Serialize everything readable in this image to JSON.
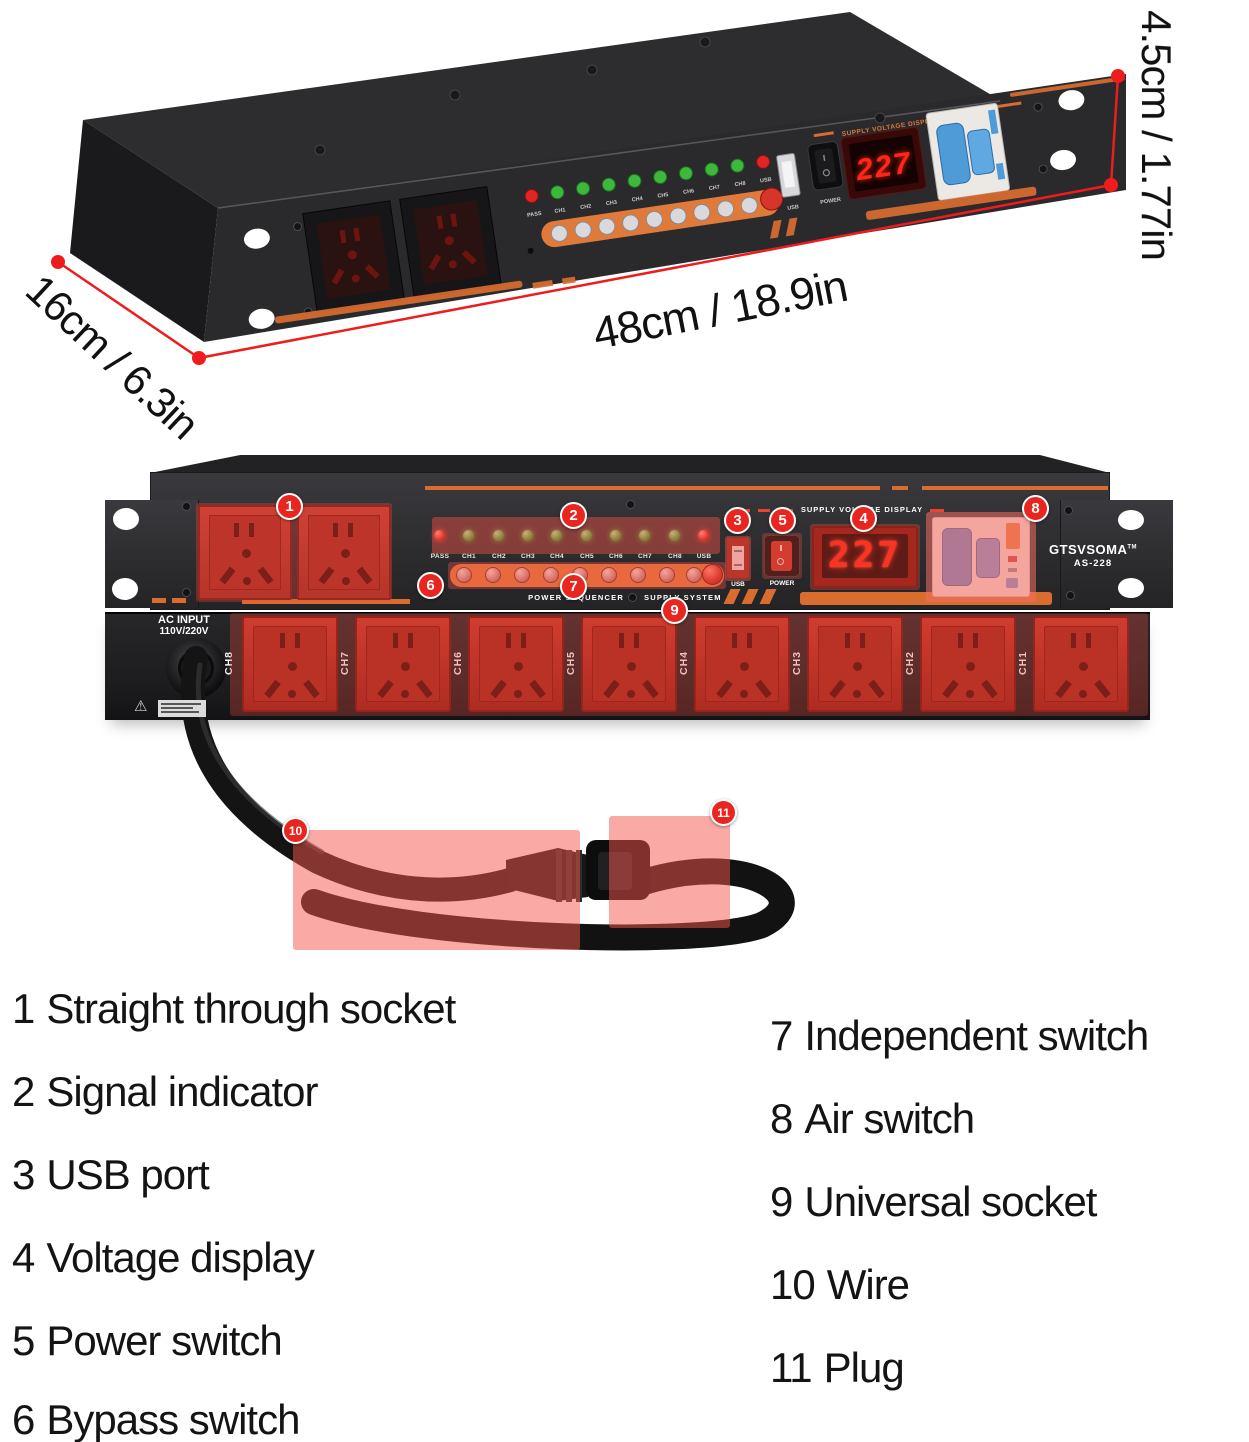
{
  "dimensions": {
    "width": "48cm / 18.9in",
    "depth": "16cm / 6.3in",
    "height": "4.5cm / 1.77in"
  },
  "front_panel": {
    "supply_voltage_display": "SUPPLY VOLTAGE DISPLAY",
    "voltage": "227",
    "power_label": "POWER",
    "usb_label": "USB",
    "sequencer_left": "POWER SEQUENCER",
    "sequencer_right": "SUPPLY SYSTEM",
    "brand": "GTSVSOMA",
    "brand_tm": "TM",
    "model": "AS-228",
    "indicator_labels": [
      "PASS",
      "CH1",
      "CH2",
      "CH3",
      "CH4",
      "CH5",
      "CH6",
      "CH7",
      "CH8",
      "USB"
    ]
  },
  "rear_panel": {
    "ac_input_line1": "AC INPUT",
    "ac_input_line2": "110V/220V",
    "socket_labels": [
      "CH8",
      "CH7",
      "CH6",
      "CH5",
      "CH4",
      "CH3",
      "CH2",
      "CH1"
    ]
  },
  "callouts": {
    "c1": "1",
    "c2": "2",
    "c3": "3",
    "c4": "4",
    "c5": "5",
    "c6": "6",
    "c7": "7",
    "c8": "8",
    "c9": "9",
    "c10": "10",
    "c11": "11"
  },
  "legend": {
    "left": [
      {
        "num": "1",
        "label": "Straight through socket"
      },
      {
        "num": "2",
        "label": "Signal indicator"
      },
      {
        "num": "3",
        "label": "USB port"
      },
      {
        "num": "4",
        "label": "Voltage display"
      },
      {
        "num": "5",
        "label": "Power switch"
      },
      {
        "num": "6",
        "label": "Bypass switch"
      }
    ],
    "right": [
      {
        "num": "7",
        "label": "Independent switch"
      },
      {
        "num": "8",
        "label": "Air switch"
      },
      {
        "num": "9",
        "label": "Universal socket"
      },
      {
        "num": "10",
        "label": "Wire"
      },
      {
        "num": "11",
        "label": "Plug"
      }
    ]
  },
  "colors": {
    "accent_orange": "#d96c2f",
    "callout_red": "#e8251f",
    "led_green": "#3db83d",
    "led_red": "#e02522",
    "digit_red": "#ff2617",
    "breaker_blue": "#5c85cc",
    "highlight_overlay": "#f2554a"
  }
}
